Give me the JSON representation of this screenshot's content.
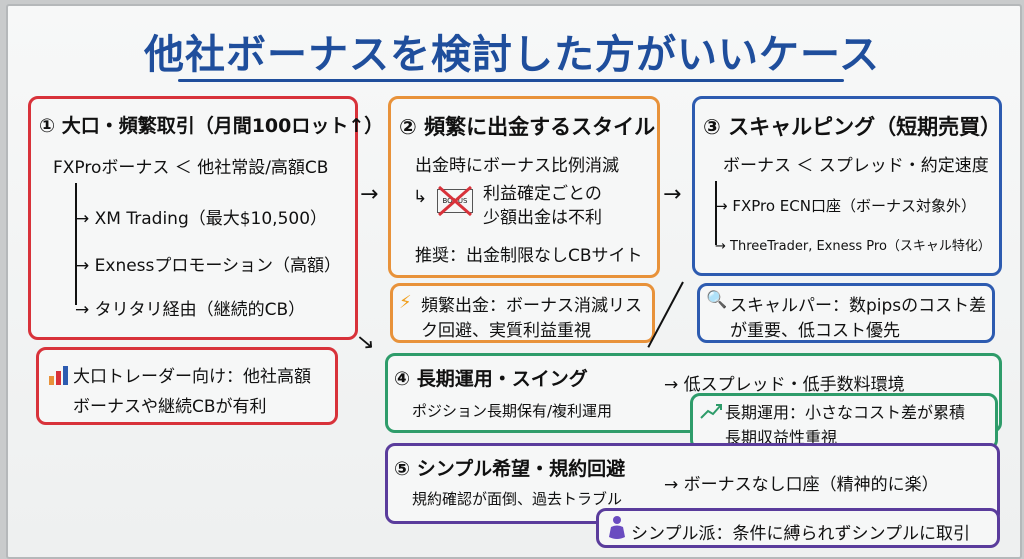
{
  "title": "他社ボーナスを検討した方がいいケース",
  "colors": {
    "title": "#1f4e9c",
    "case1": "#d8323a",
    "case2": "#e8923a",
    "case3": "#2d5bb0",
    "case4": "#2e9c6a",
    "case5": "#5a3c9c"
  },
  "case1": {
    "heading": "① 大口・頻繁取引（月間100ロット↑）",
    "summary": "FXProボーナス ＜ 他社常設/高額CB",
    "items": [
      "→ XM Trading（最大$10,500）",
      "→ Exnessプロモーション（高額）",
      "→ タリタリ経由（継続的CB）"
    ],
    "note": {
      "icon": "bar-chart-icon",
      "lines": [
        "大口トレーダー向け：他社高額",
        "ボーナスや継続CBが有利"
      ]
    }
  },
  "case2": {
    "heading": "② 頻繁に出金するスタイル",
    "summary": "出金時にボーナス比例消滅",
    "detail": [
      "利益確定ごとの",
      "少額出金は不利"
    ],
    "bonus_badge": "BONUS",
    "recommend": "推奨：出金制限なしCBサイト",
    "note": {
      "icon": "lightning-icon",
      "lines": [
        "頻繁出金：ボーナス消滅リス",
        "ク回避、実質利益重視"
      ]
    }
  },
  "case3": {
    "heading": "③ スキャルピング（短期売買）",
    "summary": "ボーナス ＜ スプレッド・約定速度",
    "items": [
      "→ FXPro ECN口座（ボーナス対象外）",
      "→ ThreeTrader, Exness Pro（スキャル特化）"
    ],
    "note": {
      "icon": "magnifier-icon",
      "lines": [
        "スキャルパー：数pipsのコスト差",
        "が重要、低コスト優先"
      ]
    }
  },
  "case4": {
    "heading": "④ 長期運用・スイング",
    "summary": "ポジション長期保有/複利運用",
    "result": "→ 低スプレッド・低手数料環境",
    "note": {
      "icon": "trend-up-icon",
      "lines": [
        "長期運用：小さなコスト差が累積",
        "長期収益性重視"
      ]
    }
  },
  "case5": {
    "heading": "⑤ シンプル希望・規約回避",
    "summary": "規約確認が面倒、過去トラブル",
    "result": "→ ボーナスなし口座（精神的に楽）",
    "note": {
      "icon": "meditation-icon",
      "lines": [
        "シンプル派：条件に縛られずシンプルに取引"
      ]
    }
  }
}
